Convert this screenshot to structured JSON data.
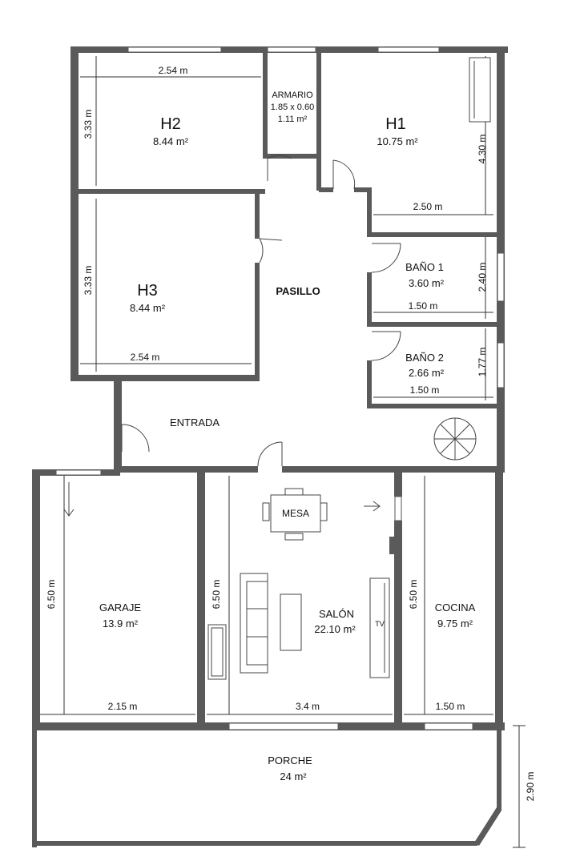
{
  "rooms": {
    "h2": {
      "name": "H2",
      "area": "8.44 m²",
      "dim_w": "2.54 m",
      "dim_h": "3.33 m"
    },
    "armario": {
      "name": "ARMARIO",
      "size": "1.85 x 0.60",
      "area": "1.11 m²"
    },
    "h1": {
      "name": "H1",
      "area": "10.75 m²",
      "dim_w": "2.50 m",
      "dim_h": "4.30 m"
    },
    "h3": {
      "name": "H3",
      "area": "8.44 m²",
      "dim_w": "2.54 m",
      "dim_h": "3.33 m"
    },
    "pasillo": {
      "name": "PASILLO"
    },
    "bano1": {
      "name": "BAÑO 1",
      "area": "3.60 m²",
      "dim_w": "1.50 m",
      "dim_h": "2.40 m"
    },
    "bano2": {
      "name": "BAÑO 2",
      "area": "2.66 m²",
      "dim_w": "1.50 m",
      "dim_h": "1.77 m"
    },
    "entrada": {
      "name": "ENTRADA"
    },
    "garaje": {
      "name": "GARAJE",
      "area": "13.9  m²",
      "dim_w": "2.15 m",
      "dim_h": "6.50 m"
    },
    "salon": {
      "name": "SALÓN",
      "area": "22.10 m²",
      "dim_w": "3.4 m",
      "dim_h": "6.50 m"
    },
    "cocina": {
      "name": "COCINA",
      "area": "9.75 m²",
      "dim_w": "1.50 m",
      "dim_h": "6.50 m"
    },
    "porche": {
      "name": "PORCHE",
      "area": "24  m²",
      "dim_h": "2.90 m"
    }
  },
  "furniture": {
    "mesa": "MESA",
    "tv": "TV"
  },
  "colors": {
    "wall": "#5a5a5a",
    "line": "#333333",
    "background": "#ffffff"
  }
}
